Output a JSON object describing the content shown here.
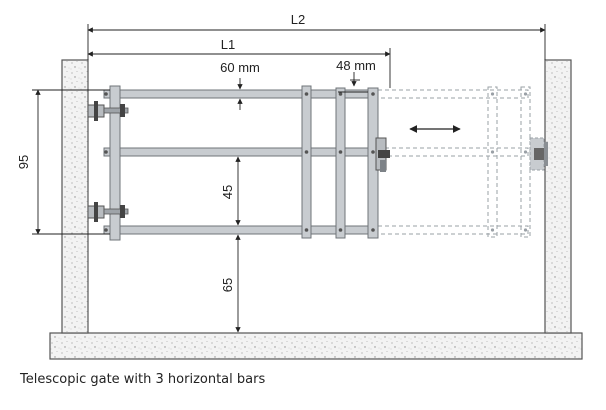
{
  "dimensions": {
    "l2": "L2",
    "l1": "L1",
    "bar_gap_top": "60 mm",
    "post_width": "48 mm",
    "height_95": "95",
    "gap_45": "45",
    "ground_65": "65"
  },
  "caption": "Telescopic gate with 3 horizontal bars",
  "colors": {
    "steel": "#c8ccd0",
    "steel_edge": "#6f7479",
    "concrete": "#f2f2f2",
    "dim_line": "#222222",
    "ghost": "#9aa0a6"
  }
}
